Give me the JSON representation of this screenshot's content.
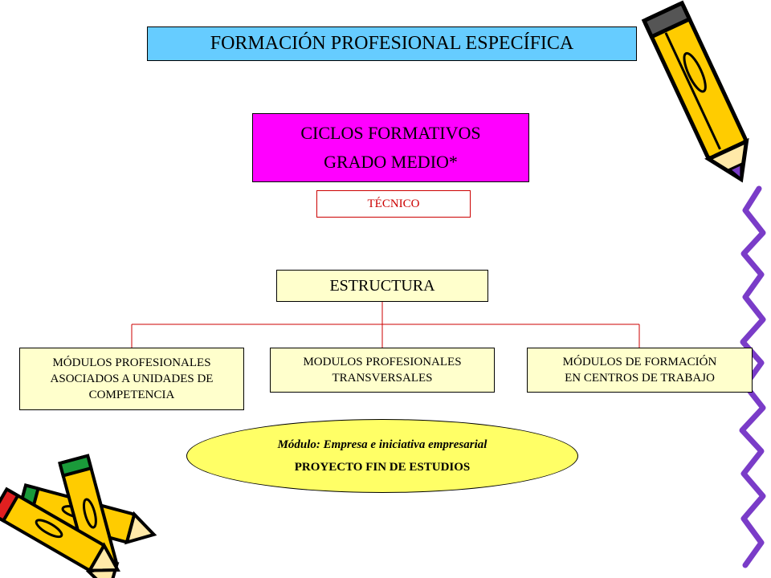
{
  "title": "FORMACIÓN PROFESIONAL ESPECÍFICA",
  "ciclos": {
    "line1": "CICLOS FORMATIVOS",
    "line2": "GRADO MEDIO*"
  },
  "tecnico": "TÉCNICO",
  "estructura": "ESTRUCTURA",
  "modules": [
    {
      "line1": "MÓDULOS PROFESIONALES",
      "line2": "ASOCIADOS A UNIDADES DE",
      "line3": "COMPETENCIA"
    },
    {
      "line1": "MODULOS PROFESIONALES",
      "line2": "TRANSVERSALES"
    },
    {
      "line1": "MÓDULOS DE FORMACIÓN",
      "line2": "EN CENTROS DE TRABAJO"
    }
  ],
  "ellipse": {
    "line1": "Módulo: Empresa e iniciativa empresarial",
    "line2": "PROYECTO FIN DE ESTUDIOS"
  },
  "colors": {
    "title_bg": "#66ccff",
    "ciclos_bg": "#ff00ff",
    "tecnico_text": "#cc0000",
    "box_bg": "#ffffcc",
    "ellipse_bg": "#ffff66",
    "connector": "#cc0000"
  },
  "icons": [
    "pencil-icon-top-right",
    "pencils-icon-bottom-left",
    "purple-squiggle-border"
  ]
}
